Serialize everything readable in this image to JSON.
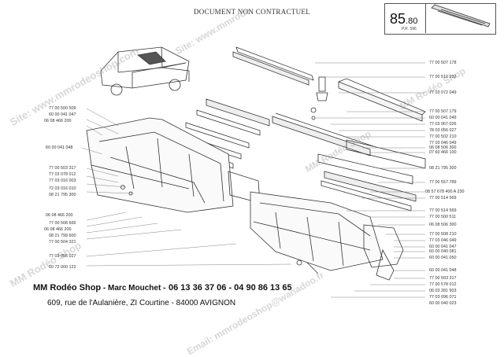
{
  "header": {
    "note": "DOCUMENT NON CONTRACTUEL",
    "plate_main": "85",
    "plate_sub": ".80",
    "plate_ref": "P.R. 596"
  },
  "watermarks": {
    "site": "Site: www.mmrodeoshop.com",
    "site_2": "Site: www.mmrode",
    "brand": "MM Rodéo Shop",
    "email": "Email: mmrodeoshop@wanadoo.fr"
  },
  "part_numbers_right": [
    "77 00 507 178",
    "77 00 510 232",
    "77 03 072 049",
    "77 00 507 179",
    "60 00 041 049",
    "77 03 067 026",
    "78 03 056 027",
    "77 00 502 210",
    "77 03 046 049",
    "06 08 506 300",
    "07 60 466 100",
    "08 21 795 300",
    "77 00 557 789",
    "08 57 678 400 A 230",
    "77 00 514 569",
    "77 00 514 569",
    "77 00 500 511",
    "06 08 506 300",
    "77 00 508 210",
    "77 03 046 049",
    "60 00 041 047",
    "60 00 040 081",
    "60 00 041 050",
    "60 00 041 048",
    "77 00 503 317",
    "77 00 578 012",
    "06 03 281 903",
    "77 03 096 071",
    "60 00 040 023"
  ],
  "part_numbers_left": [
    "77 00 500 509",
    "60 00 041 047",
    "06 08 466 200",
    "60 00 041 048",
    "77 00 503 317",
    "77 03 078 012",
    "77 03 016 003",
    "72 03 016 010",
    "08 21 795 300",
    "06 08 466 200",
    "77 00 508 666",
    "06 08 466 200",
    "08 21 799 600",
    "77 00 504 321",
    "77 03 056 027",
    "60 72 000 122"
  ],
  "contact": {
    "shop_name": "MM Rodéo Shop",
    "owner": " - Marc Mouchet -",
    "phones": "06 13 36 37 06 - 04 90 86 13 65",
    "address": "609, rue de l'Aulanière, ZI Courtine - 84000  AVIGNON"
  }
}
